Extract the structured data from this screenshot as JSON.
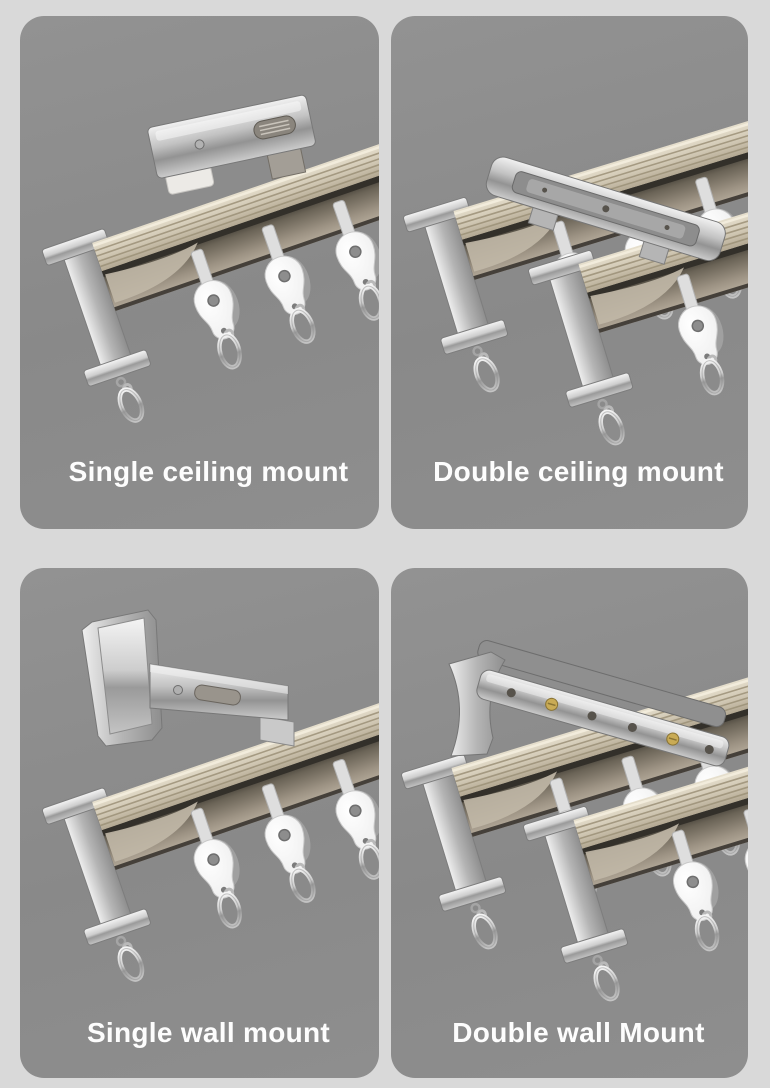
{
  "page": {
    "background_color": "#d9d9d9",
    "card_background_color": "#8b8b8b",
    "label_color": "#fdfdfd"
  },
  "cards": [
    {
      "id": "single-ceiling-mount",
      "label": "Single ceiling mount"
    },
    {
      "id": "double-ceiling-mount",
      "label": "Double ceiling mount"
    },
    {
      "id": "single-wall-mount",
      "label": "Single wall mount"
    },
    {
      "id": "double-wall-mount",
      "label": "Double wall Mount"
    }
  ],
  "product_colors": {
    "track_band": "#cfc6b2",
    "track_channel": "#6b6457",
    "metal": "#c8c8c8",
    "roller": "#f2f2f2",
    "brass_screw": "#c9ab55"
  }
}
